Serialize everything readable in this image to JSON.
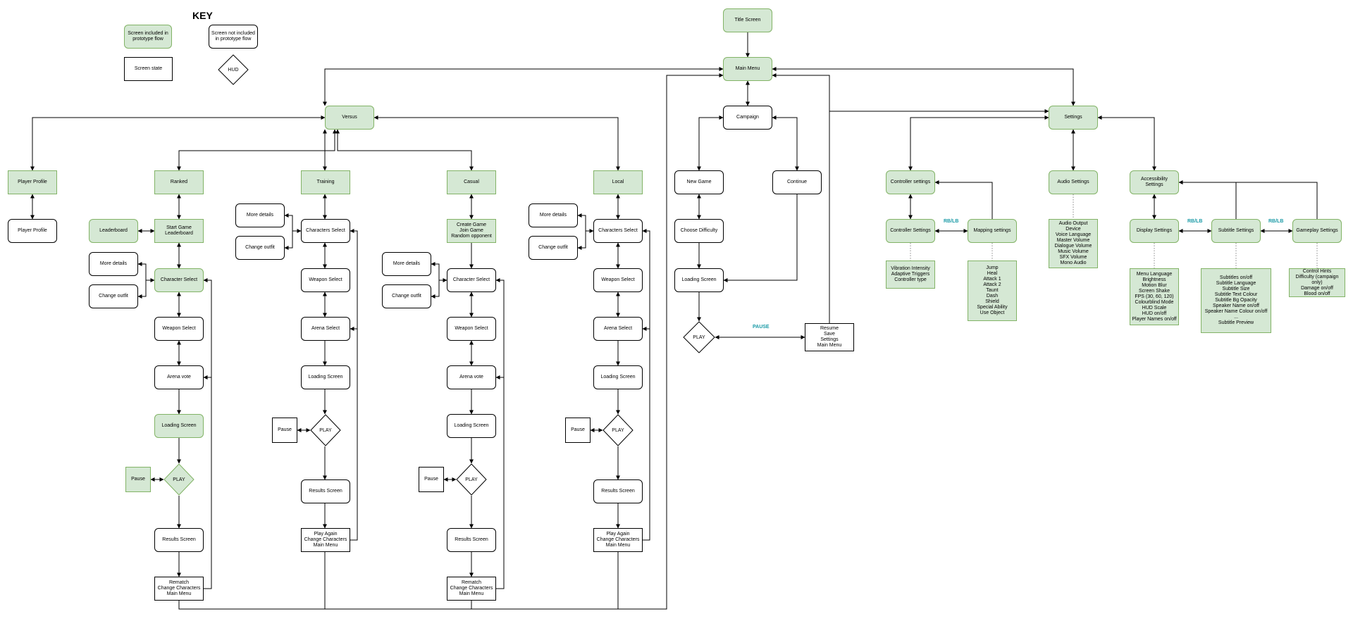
{
  "key": {
    "title": "KEY",
    "included": "Screen included in\nprototype flow",
    "not_included": "Screen not included\nin prototype flow",
    "screen_state": "Screen state",
    "hud": "HUD"
  },
  "nodes": {
    "title_screen": "Title Screen",
    "main_menu": "Main Menu",
    "versus": "Versus",
    "campaign": "Campaign",
    "settings": "Settings",
    "player_profile_a": "Player Profile",
    "player_profile_b": "Player Profile",
    "ranked": "Ranked",
    "leaderboard": "Leaderboard",
    "start_game_leaderboard": "Start Game\nLeaderboard",
    "ranked_more_details": "More details",
    "ranked_change_outfit": "Change outfit",
    "ranked_character_select": "Character Select",
    "ranked_weapon_select": "Weapon Select",
    "ranked_arena_vote": "Arena vote",
    "ranked_loading": "Loading Screen",
    "ranked_pause": "Pause",
    "ranked_play": "PLAY",
    "ranked_results": "Results Screen",
    "ranked_rematch": "Rematch\nChange Characters\nMain Menu",
    "training": "Training",
    "training_more_details": "More details",
    "training_change_outfit": "Change outfit",
    "training_characters_select": "Characters Select",
    "training_weapon_select": "Weapon Select",
    "training_arena_select": "Arena Select",
    "training_loading": "Loading Screen",
    "training_pause": "Pause",
    "training_play": "PLAY",
    "training_results": "Results Screen",
    "training_play_again": "Play Again\nChange Characters\nMain Menu",
    "casual": "Casual",
    "casual_create": "Create Game\nJoin Game\nRandom opponent",
    "casual_more_details": "More details",
    "casual_change_outfit": "Change outfit",
    "casual_character_select": "Character Select",
    "casual_weapon_select": "Weapon Select",
    "casual_arena_vote": "Arena vote",
    "casual_loading": "Loading Screen",
    "casual_pause": "Pause",
    "casual_play": "PLAY",
    "casual_results": "Results Screen",
    "casual_rematch": "Rematch\nChange Characters\nMain Menu",
    "local": "Local",
    "local_more_details": "More details",
    "local_change_outfit": "Change outfit",
    "local_characters_select": "Characters Select",
    "local_weapon_select": "Weapon Select",
    "local_arena_select": "Arena Select",
    "local_loading": "Loading Screen",
    "local_pause": "Pause",
    "local_play": "PLAY",
    "local_results": "Results Screen",
    "local_play_again": "Play Again\nChange Characters\nMain Menu",
    "new_game": "New Game",
    "continue": "Continue",
    "choose_difficulty": "Choose Difficulty",
    "campaign_loading": "Loading Screen",
    "campaign_play": "PLAY",
    "campaign_pause_menu": "Resume\nSave\nSettings\nMain Menu",
    "controller_settings_a": "Controller settings",
    "controller_settings_b": "Controller Settings",
    "mapping_settings": "Mapping settings",
    "controller_options": "Vibration Intensity\nAdaptive Triggers\nController type",
    "mapping_options": "Jump\nHeal\nAttack 1\nAttack 2\nTaunt\nDash\nShield\nSpecial Ability\nUse Object",
    "audio_settings": "Audio Settings",
    "audio_options": "Audio Output Device\nVoice Language\nMaster Volume\nDialogue Volume\nMusic Volume\nSFX Volume\nMono Audio",
    "accessibility_settings": "Accessibility Settings",
    "display_settings": "Display Settings",
    "subtitle_settings": "Subtitle Settings",
    "gameplay_settings": "Gameplay Settings",
    "display_options": "Menu Language\nBrightness\nMotion Blur\nScreen Shake\nFPS (30, 60, 120)\nColourblind Mode\nHUD Scale\nHUD on/off\nPlayer Names on/off",
    "subtitle_options": "Subtitles on/off\nSubtitle Language\nSubtitle Size\nSubtitle Text Colour\nSubtitle Bg Opacity\nSpeaker Name on/off\nSpeaker Name Colour on/off\n...\nSubtitle Preview",
    "gameplay_options": "Control Hints\nDifficulty (campaign only)\nDamage on/off\nBlood on/off"
  },
  "edge_labels": {
    "pause": "PAUSE",
    "rb_lb_1": "RB/LB",
    "rb_lb_2": "RB/LB",
    "rb_lb_3": "RB/LB"
  },
  "colors": {
    "included_fill": "#d5e8d4",
    "included_stroke": "#82b366",
    "label_accent": "#1a9aa6"
  }
}
